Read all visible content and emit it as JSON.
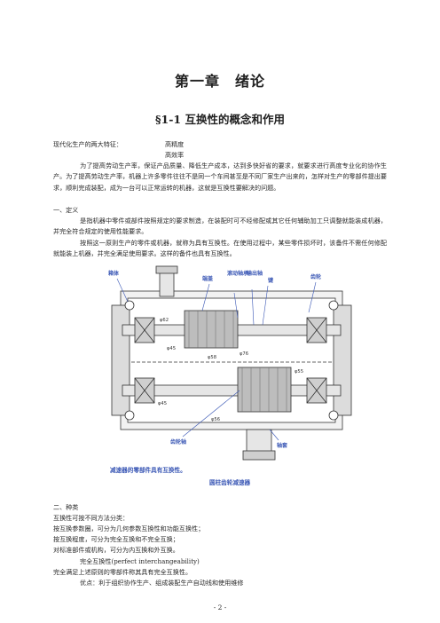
{
  "chapter_title": "第一章　绪论",
  "section_title": "§1-1 互换性的概念和作用",
  "features": {
    "label": "现代化生产的两大特征：",
    "item1": "高精度",
    "item2": "高效率"
  },
  "intro_paragraph": "为了提高劳动生产率，保证产品质量、降低生产成本，达到多快好省的要求，就要求进行高度专业化的协作生产。为了提高劳动生产率，机器上许多零件往往不是同一个车间甚至是不同厂家生产出来的，怎样对生产的零部件提出要求，顺利完成装配，成为一台可以正常运转的机器，这就是互换性要解决的问题。",
  "def_heading": "一、定义",
  "def_paragraph1": "是指机器中零件或部件按照规定的要求制造，在装配时可不经修配或其它任何辅助加工只调整就能装成机器，并完全符合规定的使用性能要求。",
  "def_paragraph2": "按照这一原则生产的零件或机器，就称为具有互换性。在使用过程中，某些零件损坏时，该备件不需任何修配就能装上机器，并完全满足使用要求。这样的备件也具有互换性。",
  "figure": {
    "labels": [
      "箱体",
      "端盖",
      "滚动轴承",
      "输出轴",
      "键",
      "齿轮",
      "齿轮轴",
      "轴套"
    ],
    "dims": [
      "φ62",
      "φ45",
      "φ58",
      "φ76",
      "φ55",
      "φ45",
      "φ56"
    ],
    "caption_left": "减速器的零部件具有互换性。",
    "caption_center": "圆柱齿轮减速器"
  },
  "class_heading": "二、种类",
  "lines": [
    "互换性可按不同方法分类：",
    "按互换参数圈，可分为几何参数互换性和功能互换性；",
    "按互换程度，可分为完全互换和不完全互换；",
    "对标准部件或机构，可分为内互换和外互换。"
  ],
  "complete_title": "完全互换性(perfect interchangeability)",
  "complete_desc": "完全满足上述原则的零部件称其具有完全互换性。",
  "advantage": "优点：利于组织协作生产、组成装配生产自动线和使用维修",
  "page_number": "- 2 -"
}
